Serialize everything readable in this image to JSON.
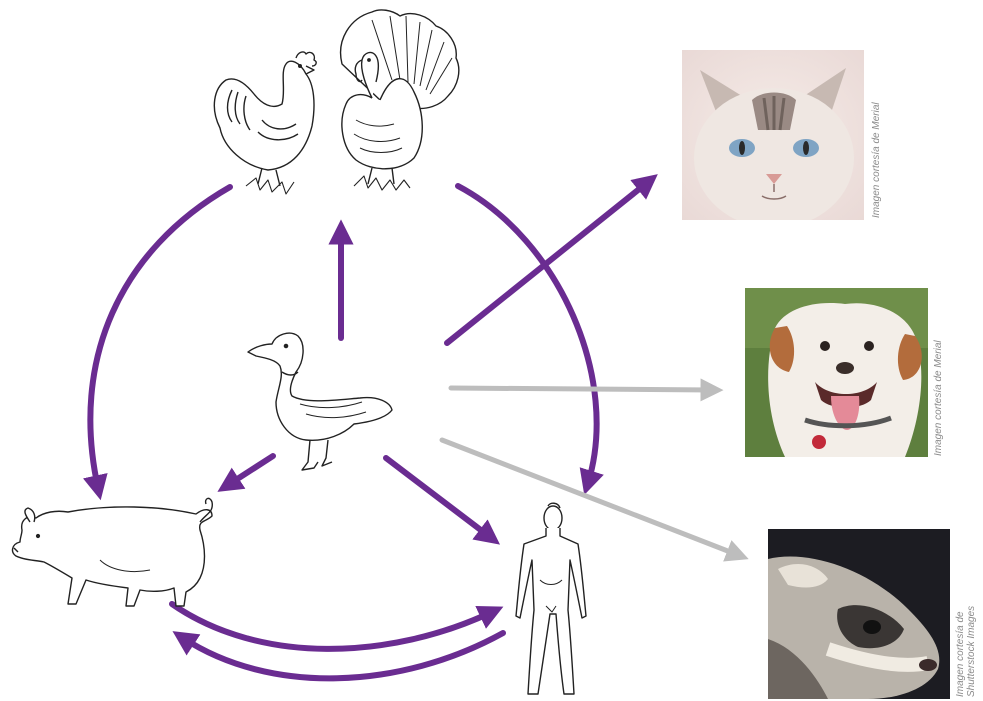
{
  "colors": {
    "transmission_arrow": "#6a2c91",
    "secondary_arrow": "#bdbdbd",
    "drawing_line": "#222222",
    "credit_text": "#8a8a8a"
  },
  "illustrations": [
    "chicken-icon",
    "turkey-icon",
    "duck-icon",
    "pig-icon",
    "human-icon"
  ],
  "photos": [
    {
      "subject": "cat",
      "credit": "Imagen cortesía de Merial"
    },
    {
      "subject": "dog",
      "credit": "Imagen cortesía de Merial"
    },
    {
      "subject": "ferret",
      "credit_line1": "Imagen cortesía de",
      "credit_line2": "Shutterstock Images"
    }
  ]
}
